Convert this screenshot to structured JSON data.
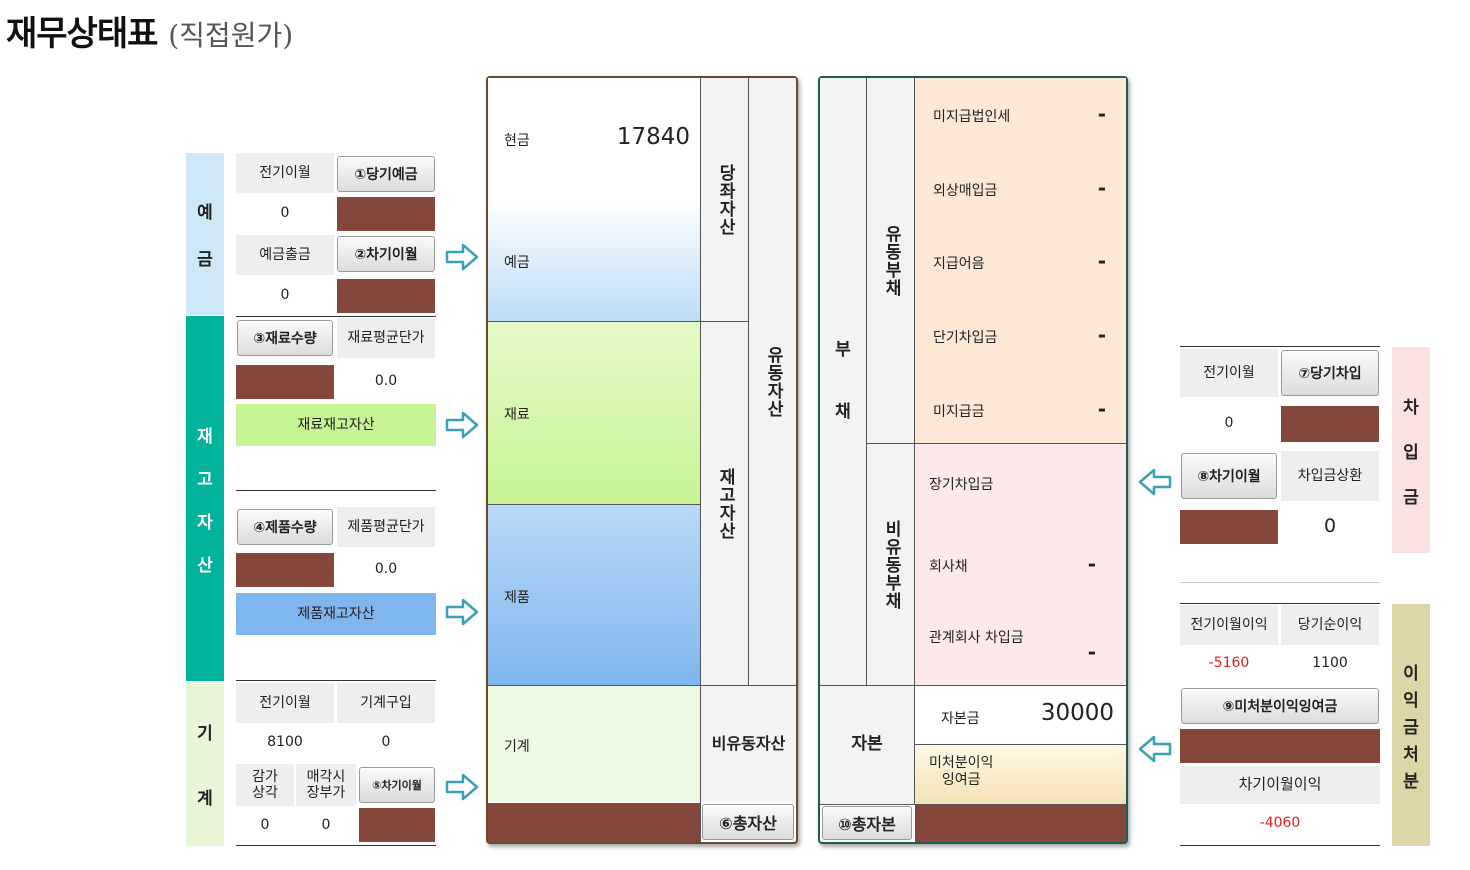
{
  "title": {
    "main": "재무상태표",
    "sub": "(직접원가)"
  },
  "left": {
    "deposit": {
      "band": [
        "예",
        "금"
      ],
      "prev_label": "전기이월",
      "btn_current": "①당기예금",
      "prev_value": "0",
      "out_label": "예금출금",
      "btn_next": "②차기이월",
      "out_value": "0"
    },
    "inventory": {
      "band": [
        "재",
        "고",
        "자",
        "산"
      ],
      "btn_material_qty": "③재료수량",
      "material_avg_label": "재료평균단가",
      "material_avg_value": "0.0",
      "material_asset_label": "재료재고자산",
      "btn_product_qty": "④제품수량",
      "product_avg_label": "제품평균단가",
      "product_avg_value": "0.0",
      "product_asset_label": "제품재고자산"
    },
    "machine": {
      "band": [
        "기",
        "계"
      ],
      "prev_label": "전기이월",
      "buy_label": "기계구입",
      "prev_value": "8100",
      "buy_value": "0",
      "depr_label": "감가\n상각",
      "book_label": "매각시\n장부가",
      "btn_next": "⑤차기이월",
      "depr_value": "0",
      "book_value": "0"
    }
  },
  "assets": {
    "cash_label": "현금",
    "cash_value": "17840",
    "deposit_label": "예금",
    "material_label": "재료",
    "product_label": "제품",
    "machine_label": "기계",
    "quick_assets": "당좌자산",
    "inventory_assets": "재고자산",
    "current_assets": "유동자산",
    "noncurrent_assets": "비유동자산",
    "btn_total_assets": "⑥총자산"
  },
  "liabilities": {
    "liab_label": [
      "부",
      "채"
    ],
    "current_liab": "유동부채",
    "noncurrent_liab": "비유동부채",
    "capital_label": "자본",
    "btn_total_capital": "⑩총자본",
    "items_current": [
      {
        "label": "미지급법인세",
        "value": "-"
      },
      {
        "label": "외상매입금",
        "value": "-"
      },
      {
        "label": "지급어음",
        "value": "-"
      },
      {
        "label": "단기차입금",
        "value": "-"
      },
      {
        "label": "미지급금",
        "value": "-"
      }
    ],
    "items_noncurrent": [
      {
        "label": "장기차입금",
        "value": ""
      },
      {
        "label": "회사채",
        "value": "-"
      },
      {
        "label": "관계회사 차입금",
        "value": "-"
      }
    ],
    "capital_stock_label": "자본금",
    "capital_stock_value": "30000",
    "retained_label": "미처분이익\n잉여금"
  },
  "right": {
    "loan": {
      "band": [
        "차",
        "입",
        "금"
      ],
      "prev_label": "전기이월",
      "btn_current": "⑦당기차입",
      "prev_value": "0",
      "btn_next": "⑧차기이월",
      "repay_label": "차입금상환",
      "repay_value": "0"
    },
    "profit": {
      "band": [
        "이",
        "익",
        "금",
        "처",
        "분"
      ],
      "prev_label": "전기이월이익",
      "net_label": "당기순이익",
      "prev_value": "-5160",
      "net_value": "1100",
      "btn_retained": "⑨미처분이익잉여금",
      "next_label": "차기이월이익",
      "next_value": "-4060"
    }
  },
  "colors": {
    "brown": "#85473a",
    "deposit_band": "#cfe8f8",
    "inventory_band": "#00b39a",
    "machine_band": "#e8f5d6",
    "loan_band": "#fbe2e2",
    "profit_band": "#ddd6a6",
    "material_green": "#c6f394",
    "product_blue": "#7fb6ee"
  }
}
